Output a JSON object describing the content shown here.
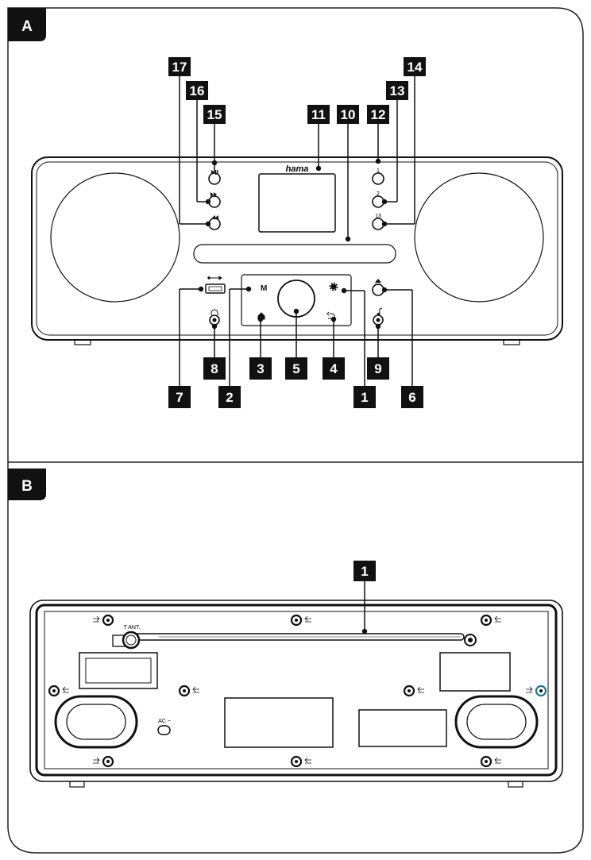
{
  "sections": [
    {
      "id": "A",
      "label": "A"
    },
    {
      "id": "B",
      "label": "B"
    }
  ],
  "front": {
    "brand": "hama",
    "callouts": [
      "1",
      "2",
      "3",
      "4",
      "5",
      "6",
      "7",
      "8",
      "9",
      "10",
      "11",
      "12",
      "13",
      "14",
      "15",
      "16",
      "17"
    ],
    "button_marks": {
      "preset1": "1",
      "preset2": "2",
      "preset3": "13"
    }
  },
  "back": {
    "antenna_label": "T ANT.",
    "ac_label": "AC ~",
    "callouts": [
      "1"
    ]
  },
  "icons": {
    "play_pause": "play-pause-icon",
    "skip_forward": "skip-forward-icon",
    "skip_back": "skip-back-icon",
    "usb": "usb-icon",
    "headphones": "headphones-icon",
    "home": "home-icon",
    "back": "back-arrow-icon",
    "settings": "gear-icon",
    "eject": "eject-icon",
    "music": "music-note-icon"
  }
}
